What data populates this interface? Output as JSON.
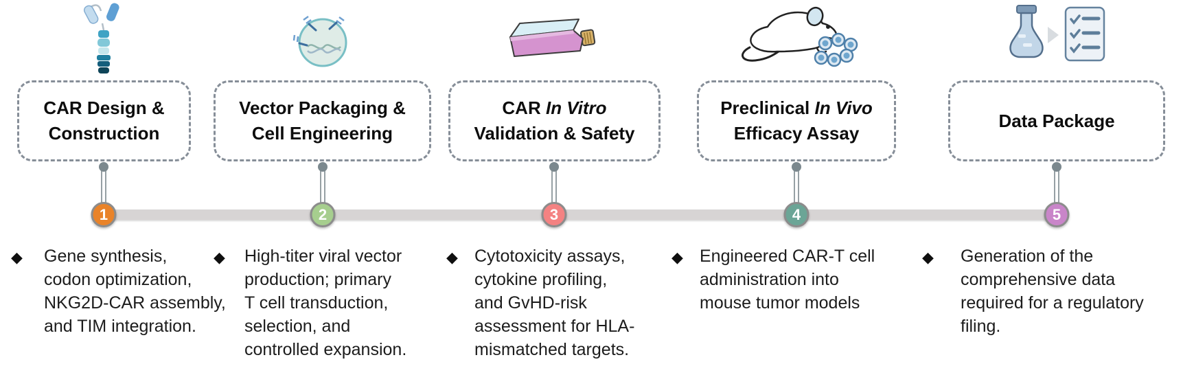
{
  "bullet_glyph": "◆",
  "colors": {
    "bar": "#d7d4d4",
    "connector_dot": "#7b888e",
    "box_border": "#868e98"
  },
  "steps": [
    {
      "number": "1",
      "color": "#e98329",
      "icon": "car-construct-icon",
      "title_plain": "CAR Design &",
      "title_italic": "",
      "title_line2": "Construction",
      "desc": "Gene synthesis,\ncodon optimization,\nNKG2D-CAR assembly,\nand TIM integration."
    },
    {
      "number": "2",
      "color": "#a6ce8e",
      "icon": "engineered-cell-icon",
      "title_plain": "Vector Packaging &",
      "title_italic": "",
      "title_line2": "Cell Engineering",
      "desc": "High-titer viral vector\nproduction; primary\nT cell transduction,\nselection, and\ncontrolled expansion."
    },
    {
      "number": "3",
      "color": "#f48282",
      "icon": "culture-flask-icon",
      "title_plain": "CAR ",
      "title_italic": "In Vitro",
      "title_line2": "Validation & Safety",
      "desc": "Cytotoxicity assays,\ncytokine profiling,\nand GvHD-risk\nassessment for HLA-\nmismatched targets."
    },
    {
      "number": "4",
      "color": "#6ba596",
      "icon": "mouse-icon",
      "title_plain": "Preclinical ",
      "title_italic": "In Vivo",
      "title_line2": "Efficacy Assay",
      "desc": "Engineered CAR-T cell\nadministration into\nmouse tumor models"
    },
    {
      "number": "5",
      "color": "#c985c9",
      "icon": "data-package-icon",
      "title_plain": "Data Package",
      "title_italic": "",
      "title_line2": "",
      "desc": "Generation of the\ncomprehensive data\nrequired for a regulatory\nfiling."
    }
  ]
}
